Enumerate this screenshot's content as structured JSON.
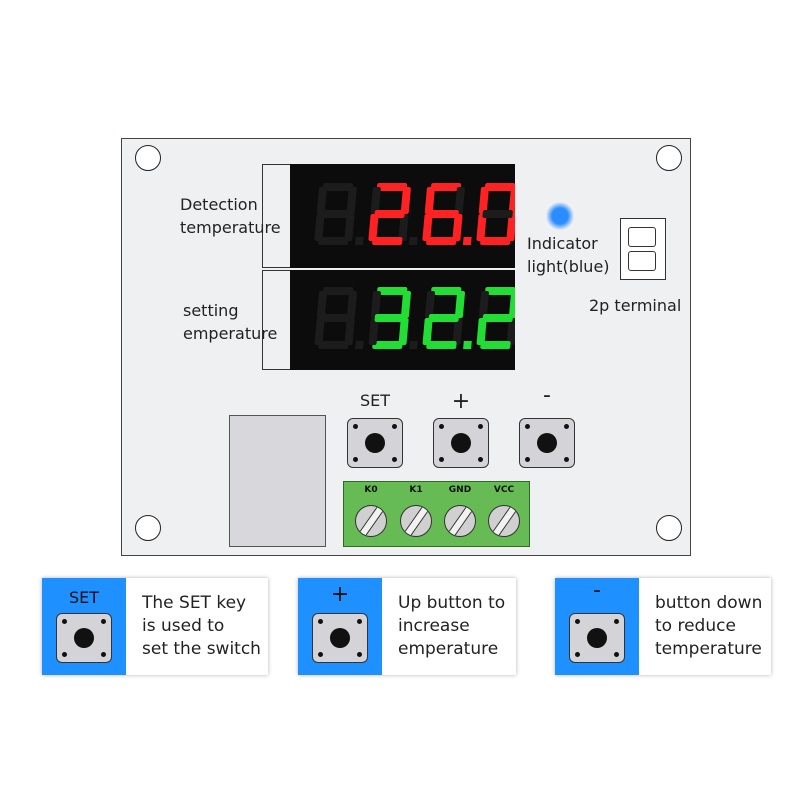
{
  "displays": {
    "detection": {
      "value": "26.0",
      "color": "#ff2222",
      "label": "Detection\ntemperature"
    },
    "setting": {
      "value": "32.2",
      "color": "#22dd33",
      "label": "setting\nemperature"
    }
  },
  "indicator": {
    "label": "Indicator\nlight(blue)",
    "color": "#2a8cff"
  },
  "terminal_2p": {
    "label": "2p terminal"
  },
  "buttons": {
    "set": "SET",
    "plus": "+",
    "minus": "-"
  },
  "terminal_block": {
    "labels": [
      "K0",
      "K1",
      "GND",
      "VCC"
    ]
  },
  "legend": [
    {
      "key": "SET",
      "description": "The SET key\nis used to\nset the switch"
    },
    {
      "key": "+",
      "description": "Up button to\nincrease\nemperature"
    },
    {
      "key": "-",
      "description": "button down\nto reduce\ntemperature"
    }
  ]
}
